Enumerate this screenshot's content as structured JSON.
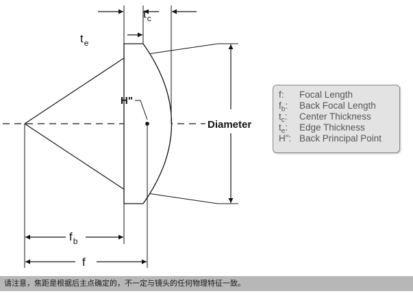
{
  "diagram": {
    "te_label": {
      "main": "t",
      "sub": "e"
    },
    "tc_label": {
      "main": "t",
      "sub": "c"
    },
    "h_label": "H\"",
    "diameter_label": "Diameter",
    "fb_label": {
      "main": "f",
      "sub": "b"
    },
    "f_label": "f"
  },
  "legend": [
    {
      "sym": "f",
      "sub": "",
      "desc": "Focal Length"
    },
    {
      "sym": "f",
      "sub": "b",
      "desc": "Back Focal Length"
    },
    {
      "sym": "t",
      "sub": "c",
      "desc": "Center Thickness"
    },
    {
      "sym": "t",
      "sub": "e",
      "desc": "Edge Thickness"
    },
    {
      "sym": "H\"",
      "sub": "",
      "desc": "Back Principal Point"
    }
  ],
  "footer": {
    "note": "请注意，焦距是根据后主点确定的，不一定与镜头的任何物理特征一致。"
  }
}
